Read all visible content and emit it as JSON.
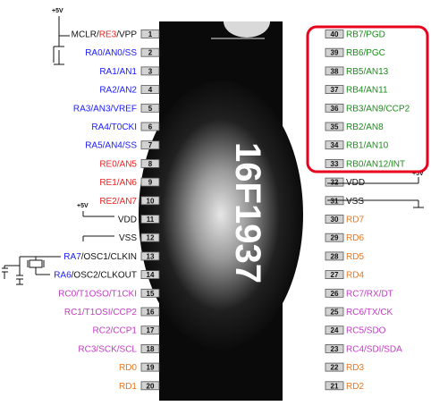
{
  "chip": {
    "name": "16F1937",
    "body_color": "#0a0a0a",
    "glow_color": "#d8d8d8"
  },
  "supply": {
    "plus5v": "+5V"
  },
  "colors": {
    "black": "#111111",
    "red": "#ee2222",
    "blue": "#1a1aff",
    "green": "#1c8a1c",
    "orange": "#e87722",
    "magenta": "#c03cc0",
    "highlight": "#e8001c"
  },
  "left_pins": [
    {
      "num": "1",
      "parts": [
        {
          "t": "MCLR/",
          "c": "black"
        },
        {
          "t": "RE3",
          "c": "red"
        },
        {
          "t": "/VPP",
          "c": "black"
        }
      ]
    },
    {
      "num": "2",
      "parts": [
        {
          "t": "RA0/AN0/SS",
          "c": "blue"
        }
      ]
    },
    {
      "num": "3",
      "parts": [
        {
          "t": "RA1/AN1",
          "c": "blue"
        }
      ]
    },
    {
      "num": "4",
      "parts": [
        {
          "t": "RA2/AN2",
          "c": "blue"
        }
      ]
    },
    {
      "num": "5",
      "parts": [
        {
          "t": "RA3/AN3/VREF",
          "c": "blue"
        }
      ]
    },
    {
      "num": "6",
      "parts": [
        {
          "t": "RA4/T0CKI",
          "c": "blue"
        }
      ]
    },
    {
      "num": "7",
      "parts": [
        {
          "t": "RA5/AN4/SS",
          "c": "blue"
        }
      ]
    },
    {
      "num": "8",
      "parts": [
        {
          "t": "RE0/AN5",
          "c": "red"
        }
      ]
    },
    {
      "num": "9",
      "parts": [
        {
          "t": "RE1/AN6",
          "c": "red"
        }
      ]
    },
    {
      "num": "10",
      "parts": [
        {
          "t": "RE2/AN7",
          "c": "red"
        }
      ]
    },
    {
      "num": "11",
      "parts": [
        {
          "t": "VDD",
          "c": "black"
        }
      ]
    },
    {
      "num": "12",
      "parts": [
        {
          "t": "VSS",
          "c": "black"
        }
      ]
    },
    {
      "num": "13",
      "parts": [
        {
          "t": "RA7",
          "c": "blue"
        },
        {
          "t": "/OSC1/CLKIN",
          "c": "black"
        }
      ]
    },
    {
      "num": "14",
      "parts": [
        {
          "t": "RA6",
          "c": "blue"
        },
        {
          "t": "/OSC2/CLKOUT",
          "c": "black"
        }
      ]
    },
    {
      "num": "15",
      "parts": [
        {
          "t": "RC0/T1OSO/T1CKI",
          "c": "magenta"
        }
      ]
    },
    {
      "num": "16",
      "parts": [
        {
          "t": "RC1/T1OSI/CCP2",
          "c": "magenta"
        }
      ]
    },
    {
      "num": "17",
      "parts": [
        {
          "t": "RC2/CCP1",
          "c": "magenta"
        }
      ]
    },
    {
      "num": "18",
      "parts": [
        {
          "t": "RC3/SCK/SCL",
          "c": "magenta"
        }
      ]
    },
    {
      "num": "19",
      "parts": [
        {
          "t": "RD0",
          "c": "orange"
        }
      ]
    },
    {
      "num": "20",
      "parts": [
        {
          "t": "RD1",
          "c": "orange"
        }
      ]
    }
  ],
  "right_pins": [
    {
      "num": "40",
      "parts": [
        {
          "t": "RB7/PGD",
          "c": "green"
        }
      ]
    },
    {
      "num": "39",
      "parts": [
        {
          "t": "RB6/PGC",
          "c": "green"
        }
      ]
    },
    {
      "num": "38",
      "parts": [
        {
          "t": "RB5/AN13",
          "c": "green"
        }
      ]
    },
    {
      "num": "37",
      "parts": [
        {
          "t": "RB4/AN11",
          "c": "green"
        }
      ]
    },
    {
      "num": "36",
      "parts": [
        {
          "t": "RB3/AN9/CCP2",
          "c": "green"
        }
      ]
    },
    {
      "num": "35",
      "parts": [
        {
          "t": "RB2/AN8",
          "c": "green"
        }
      ]
    },
    {
      "num": "34",
      "parts": [
        {
          "t": "RB1/AN10",
          "c": "green"
        }
      ]
    },
    {
      "num": "33",
      "parts": [
        {
          "t": "RB0/AN12/INT",
          "c": "green"
        }
      ]
    },
    {
      "num": "32",
      "parts": [
        {
          "t": "VDD",
          "c": "black"
        }
      ]
    },
    {
      "num": "31",
      "parts": [
        {
          "t": "VSS",
          "c": "black"
        }
      ]
    },
    {
      "num": "30",
      "parts": [
        {
          "t": "RD7",
          "c": "orange"
        }
      ]
    },
    {
      "num": "29",
      "parts": [
        {
          "t": "RD6",
          "c": "orange"
        }
      ]
    },
    {
      "num": "28",
      "parts": [
        {
          "t": "RD5",
          "c": "orange"
        }
      ]
    },
    {
      "num": "27",
      "parts": [
        {
          "t": "RD4",
          "c": "orange"
        }
      ]
    },
    {
      "num": "26",
      "parts": [
        {
          "t": "RC7/RX/DT",
          "c": "magenta"
        }
      ]
    },
    {
      "num": "25",
      "parts": [
        {
          "t": "RC6/TX/CK",
          "c": "magenta"
        }
      ]
    },
    {
      "num": "24",
      "parts": [
        {
          "t": "RC5/SDO",
          "c": "magenta"
        }
      ]
    },
    {
      "num": "23",
      "parts": [
        {
          "t": "RC4/SDI/SDA",
          "c": "magenta"
        }
      ]
    },
    {
      "num": "22",
      "parts": [
        {
          "t": "RD3",
          "c": "orange"
        }
      ]
    },
    {
      "num": "21",
      "parts": [
        {
          "t": "RD2",
          "c": "orange"
        }
      ]
    }
  ]
}
